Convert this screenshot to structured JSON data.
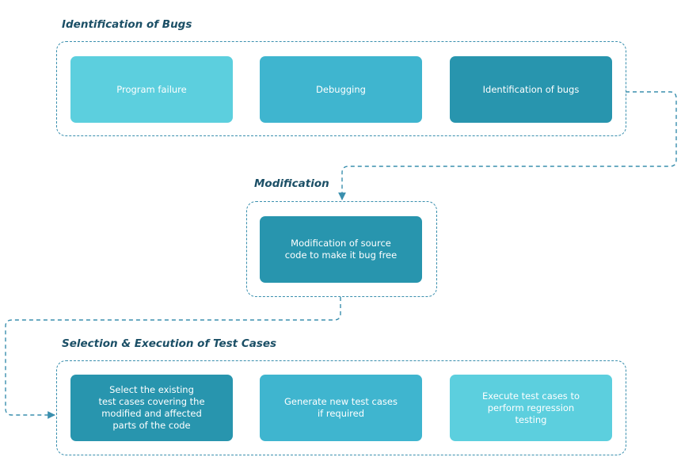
{
  "sections": {
    "identification": {
      "title": "Identification of Bugs",
      "steps": [
        "Program failure",
        "Debugging",
        "Identification of bugs"
      ]
    },
    "modification": {
      "title": "Modification",
      "steps": [
        "Modification of source\ncode to make it bug free"
      ]
    },
    "selection": {
      "title": "Selection & Execution of Test Cases",
      "steps": [
        "Select the existing\ntest cases covering the\nmodified and affected\nparts of the code",
        "Generate new test cases\nif required",
        "Execute test cases to\nperform regression\ntesting"
      ]
    }
  },
  "colors": {
    "title": "#1b4f66",
    "connector": "#3a8fae",
    "box_light": "#5ccfde",
    "box_mid": "#3fb5cf",
    "box_dark": "#2895ae"
  }
}
